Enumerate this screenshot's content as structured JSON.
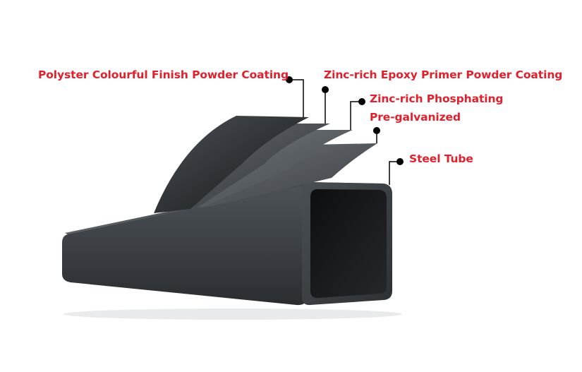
{
  "colors": {
    "label_text": "#e0202c",
    "leader_line": "#000000",
    "tube_dark": "#2e3134",
    "tube_mid": "#44484c",
    "tube_light": "#5e6368",
    "tube_inner": "#151719"
  },
  "layers": [
    {
      "id": "polyester",
      "label": "Polyster Colourful Finish Powder Coating"
    },
    {
      "id": "epoxy",
      "label": "Zinc-rich Epoxy Primer Powder Coating"
    },
    {
      "id": "phosphating",
      "label": "Zinc-rich Phosphating"
    },
    {
      "id": "pregalvanized",
      "label": "Pre-galvanized"
    },
    {
      "id": "steel_tube",
      "label": "Steel Tube"
    }
  ]
}
